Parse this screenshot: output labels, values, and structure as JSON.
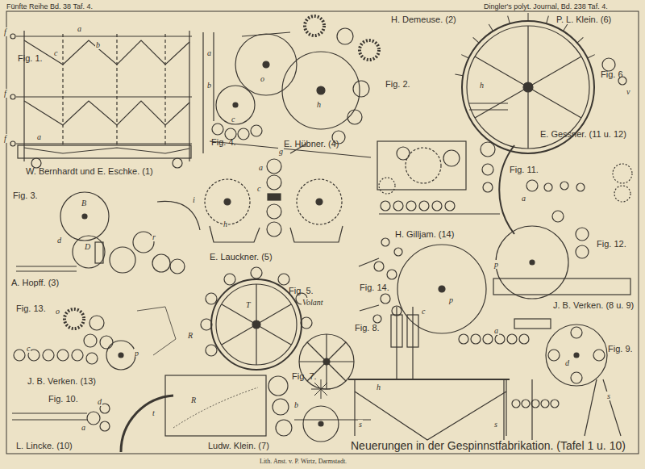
{
  "diagram": {
    "title": "Neuerungen in der Gespinnstfabrikation. (Tafel 1 u. 10)",
    "caption": "Lith. Anst. v. P. Wirtz, Darmstadt.",
    "labels": [
      "Fünfte Reihe Bd. 38 Taf. 4.",
      "Dingler's polyt. Journal, Bd. 238 Taf. 4.",
      "Fig. 1.",
      "W. Bernhardt und E. Eschke. (1)",
      "H. Demeuse. (2)",
      "Fig. 2.",
      "P. L. Klein. (6)",
      "Fig. 6.",
      "Fig. 3.",
      "A. Hopff. (3)",
      "Fig. 4.",
      "E. Hübner. (4)",
      "E. Gessner. (11 u. 12)",
      "Fig. 11.",
      "Fig. 12.",
      "E. Lauckner. (5)",
      "Fig. 5.",
      "Volant",
      "H. Gilljam. (14)",
      "Fig. 14.",
      "J. B. Verken. (8 u. 9)",
      "Fig. 9.",
      "Fig. 8.",
      "Fig. 13.",
      "J. B. Verken. (13)",
      "Fig. 10.",
      "L. Lincke. (10)",
      "Ludw. Klein. (7)",
      "Fig. 7.",
      "f",
      "f",
      "f",
      "a",
      "b",
      "c",
      "a",
      "a",
      "b",
      "o",
      "h",
      "g",
      "c",
      "h",
      "v",
      "B",
      "D",
      "d",
      "r",
      "h",
      "i",
      "a",
      "c",
      "T",
      "R",
      "R",
      "b",
      "p",
      "p",
      "a",
      "d",
      "s",
      "a",
      "o",
      "c",
      "p",
      "a",
      "d",
      "t",
      "c",
      "h",
      "s",
      "s"
    ]
  }
}
